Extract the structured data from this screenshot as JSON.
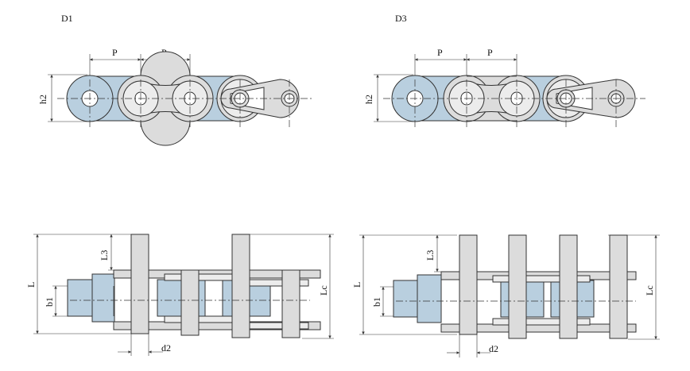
{
  "diagrams": {
    "d1": {
      "title": "D1",
      "pitch_labels": [
        "P",
        "P"
      ],
      "height_label": "h2",
      "width_label": "L",
      "inner_width_label": "b1",
      "pin_label": "L3",
      "offset_label": "Lc",
      "pin_diameter_label": "d2"
    },
    "d3": {
      "title": "D3",
      "pitch_labels": [
        "P",
        "P"
      ],
      "height_label": "h2",
      "width_label": "L",
      "inner_width_label": "b1",
      "pin_label": "L3",
      "offset_label": "Lc",
      "pin_diameter_label": "d2"
    }
  },
  "colors": {
    "roller": "#b9cfdf",
    "plate": "#dcdcdc",
    "outline": "#333333"
  }
}
